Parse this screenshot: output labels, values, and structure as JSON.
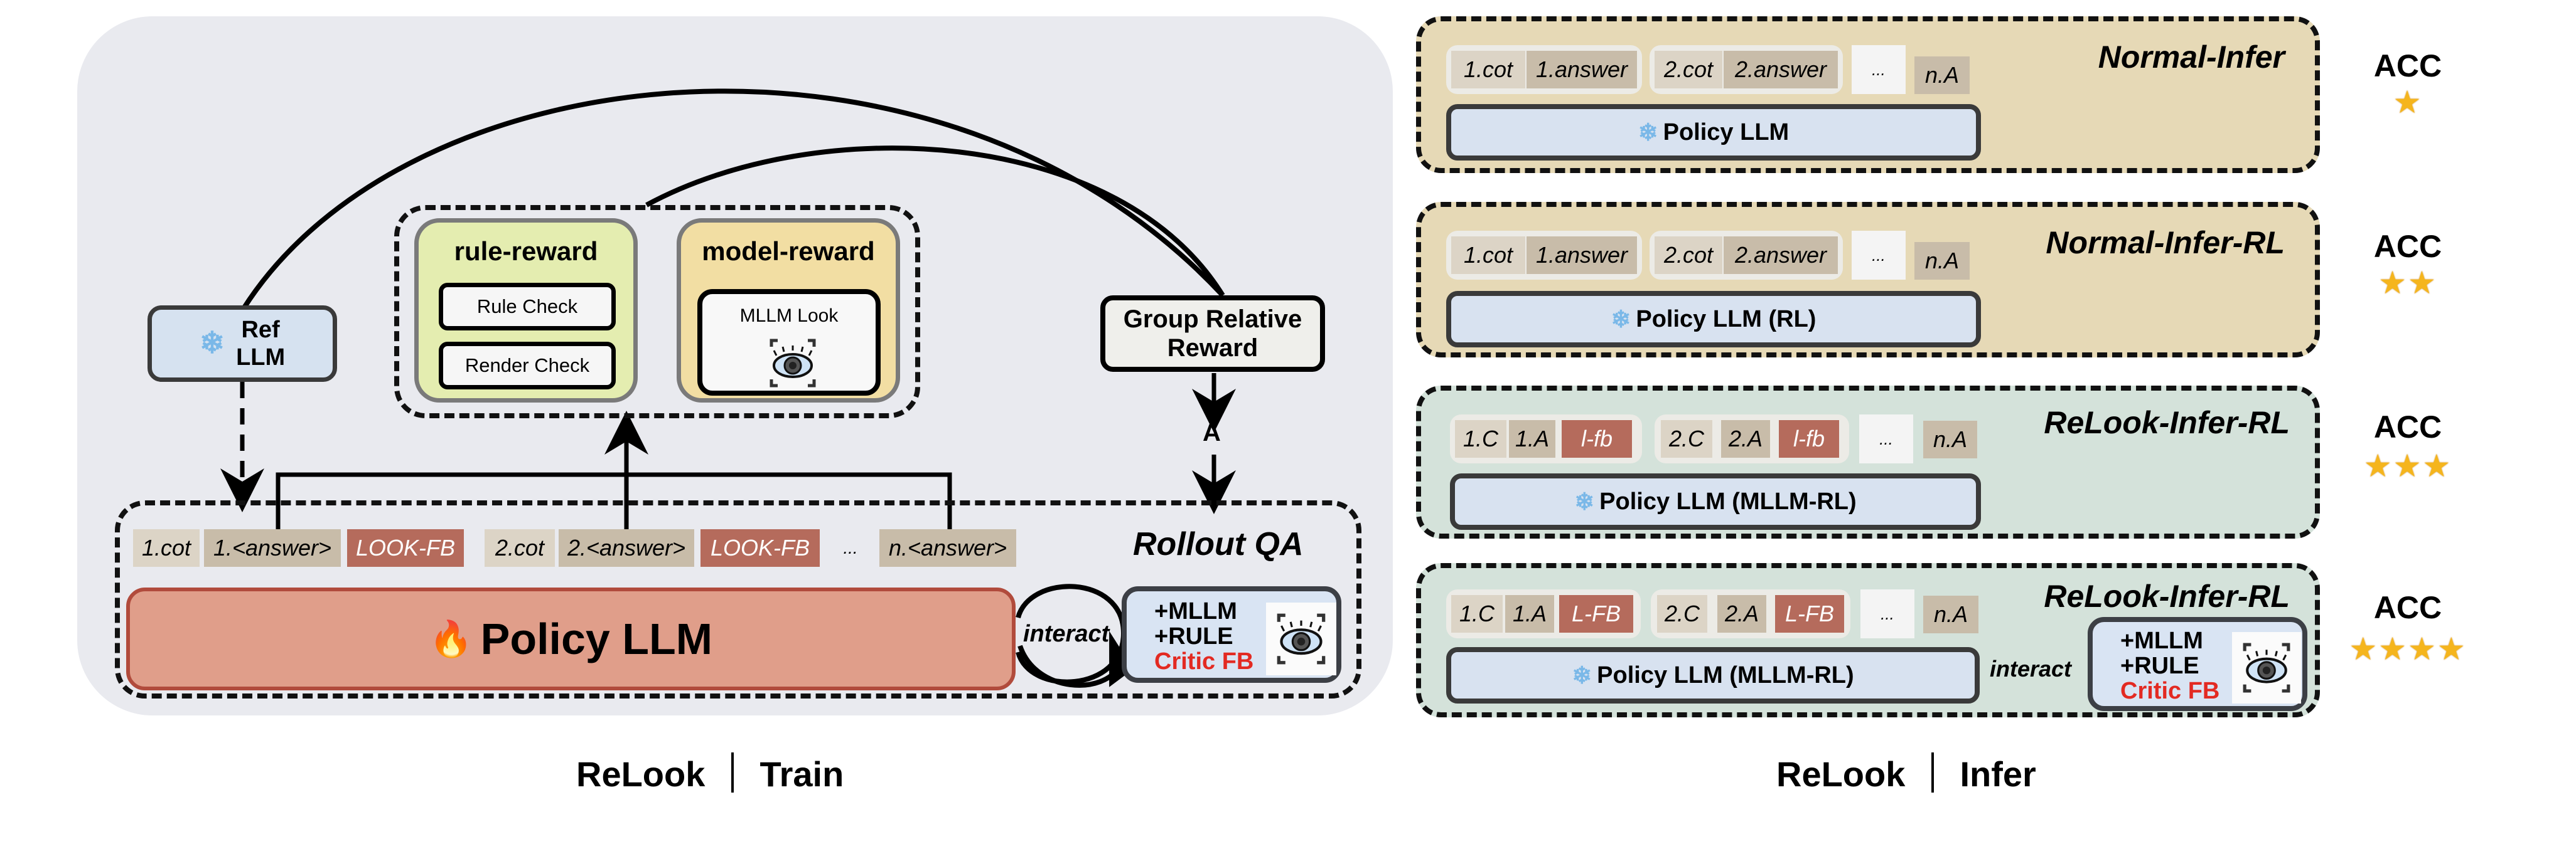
{
  "train": {
    "ref_llm": {
      "line1": "Ref",
      "line2": "LLM",
      "icon": "snowflake-icon"
    },
    "rule_reward": {
      "title": "rule-reward",
      "checks": [
        "Rule Check",
        "Render Check"
      ]
    },
    "model_reward": {
      "title": "model-reward",
      "item": "MLLM Look",
      "icon": "eye-scan-icon"
    },
    "group_relative_reward": {
      "line1": "Group Relative",
      "line2": "Reward"
    },
    "advantage_label": "A",
    "rollout": {
      "title": "Rollout QA",
      "tokens": [
        {
          "text": "1.cot",
          "kind": "cot"
        },
        {
          "text": "1.<answer>",
          "kind": "answer"
        },
        {
          "text": "LOOK-FB",
          "kind": "feedback"
        },
        {
          "text": "2.cot",
          "kind": "cot"
        },
        {
          "text": "2.<answer>",
          "kind": "answer"
        },
        {
          "text": "LOOK-FB",
          "kind": "feedback"
        },
        {
          "text": "...",
          "kind": "ellipsis"
        },
        {
          "text": "n.<answer>",
          "kind": "answer"
        }
      ]
    },
    "policy_llm": {
      "label": "Policy LLM",
      "icon": "fire-icon"
    },
    "interact_label": "interact",
    "critic": {
      "line1": "+MLLM",
      "line2": "+RULE",
      "line3": "Critic FB",
      "icon": "eye-scan-icon"
    },
    "caption": {
      "left": "ReLook",
      "right": "Train"
    }
  },
  "infer": {
    "panels": [
      {
        "title": "Normal-Infer",
        "groups": [
          [
            "1.cot",
            "1.answer"
          ],
          [
            "2.cot",
            "2.answer"
          ]
        ],
        "ellipsis": "...",
        "last": "n.A",
        "policy": "Policy LLM",
        "acc_label": "ACC",
        "acc_stars": 1
      },
      {
        "title": "Normal-Infer-RL",
        "groups": [
          [
            "1.cot",
            "1.answer"
          ],
          [
            "2.cot",
            "2.answer"
          ]
        ],
        "ellipsis": "...",
        "last": "n.A",
        "policy": "Policy LLM (RL)",
        "acc_label": "ACC",
        "acc_stars": 2
      },
      {
        "title": "ReLook-Infer-RL",
        "groups": [
          [
            "1.C",
            "1.A",
            "l-fb"
          ],
          [
            "2.C",
            "2.A",
            "l-fb"
          ]
        ],
        "ellipsis": "...",
        "last": "n.A",
        "policy": "Policy LLM (MLLM-RL)",
        "acc_label": "ACC",
        "acc_stars": 3
      },
      {
        "title": "ReLook-Infer-RL",
        "groups": [
          [
            "1.C",
            "1.A",
            "L-FB"
          ],
          [
            "2.C",
            "2.A",
            "L-FB"
          ]
        ],
        "ellipsis": "...",
        "last": "n.A",
        "policy": "Policy LLM (MLLM-RL)",
        "interact": "interact",
        "critic": {
          "line1": "+MLLM",
          "line2": "+RULE",
          "line3": "Critic FB"
        },
        "acc_label": "ACC",
        "acc_stars": 4
      }
    ],
    "caption": {
      "left": "ReLook",
      "right": "Infer"
    }
  },
  "colors": {
    "train_bg": "#e9eaef",
    "policy_train": "#e09e8a",
    "feedback_token": "#b56b5c",
    "critic_text": "#e32a22",
    "panel_beige": "#e6d9b6",
    "panel_green": "#d4e2da",
    "star": "#f5b51d"
  },
  "glyphs": {
    "snowflake": "❄",
    "fire": "🔥",
    "star": "★"
  }
}
